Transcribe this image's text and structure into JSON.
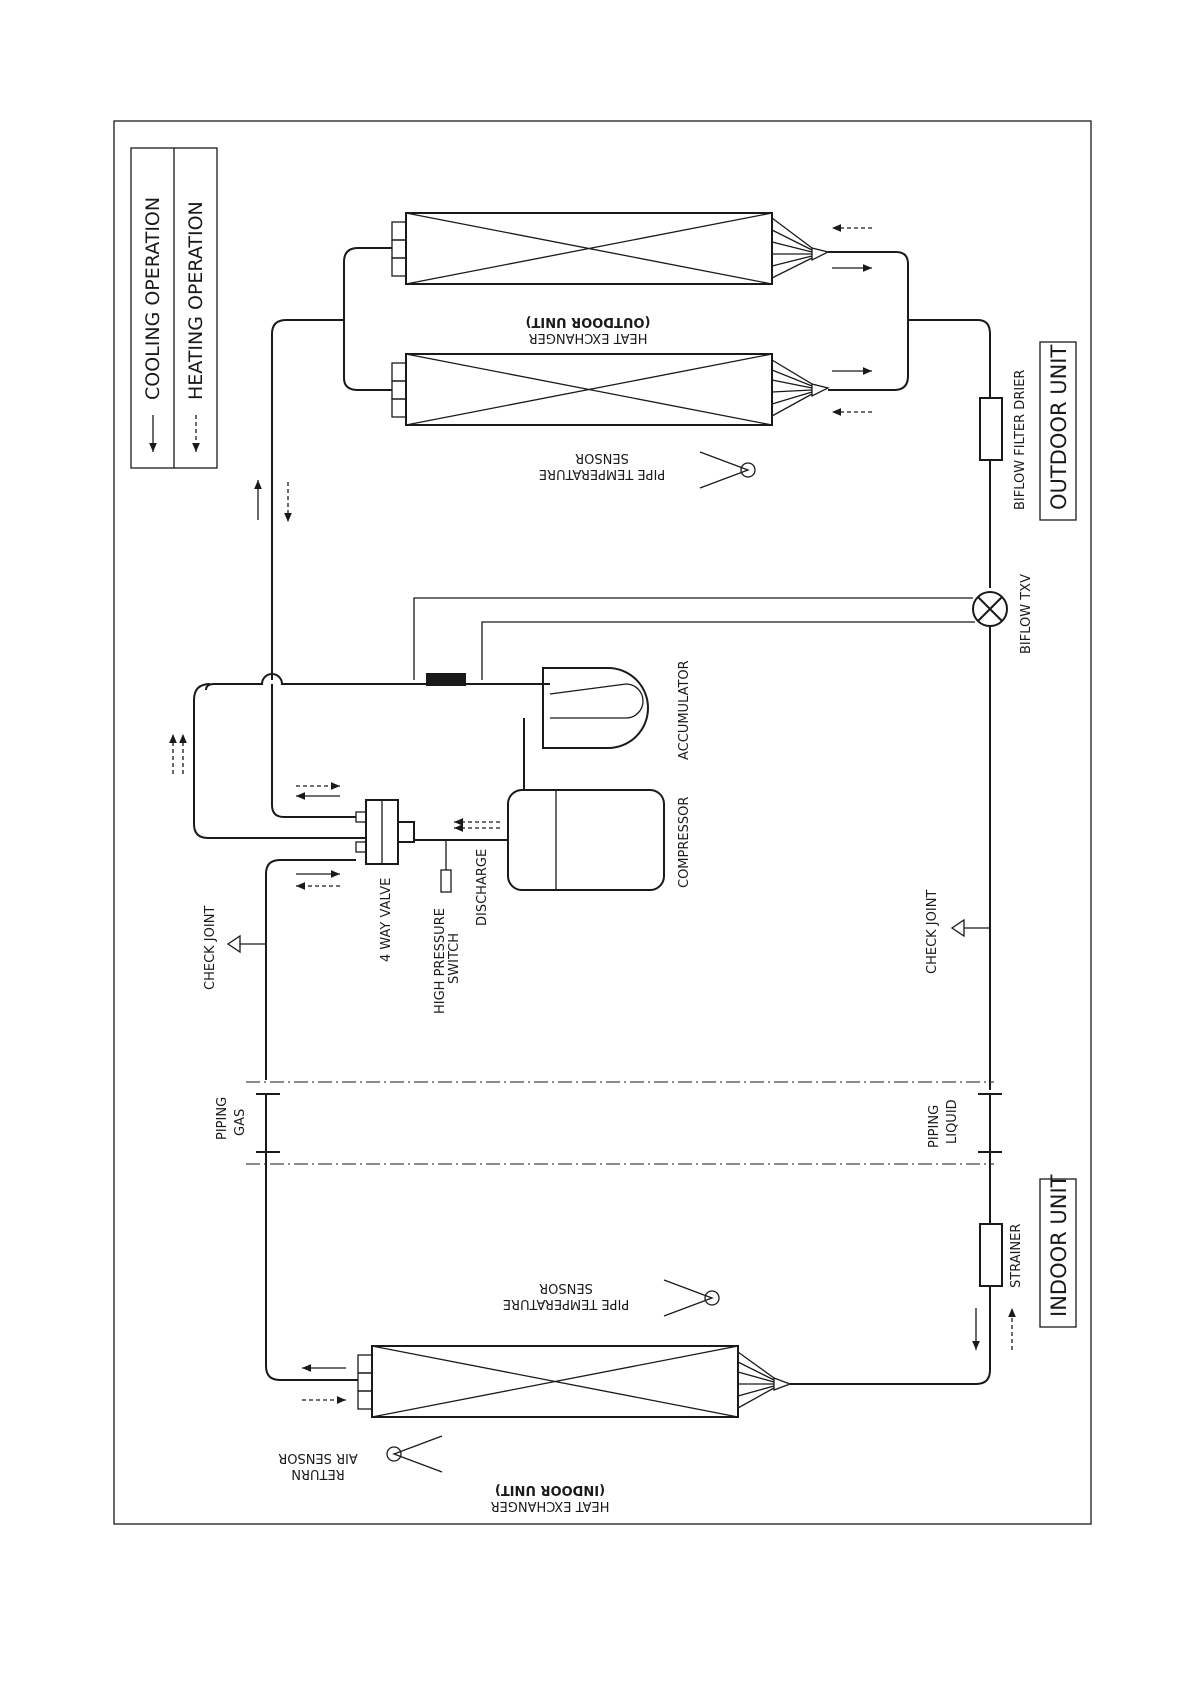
{
  "legend": {
    "cooling": "COOLING OPERATION",
    "heating": "HEATING OPERATION"
  },
  "units": {
    "outdoor": "OUTDOOR UNIT",
    "indoor": "INDOOR UNIT"
  },
  "outdoor_hx": {
    "line1": "HEAT EXCHANGER",
    "line2": "(OUTDOOR UNIT)"
  },
  "indoor_hx": {
    "line1": "HEAT EXCHANGER",
    "line2": "(INDOOR UNIT)"
  },
  "sensors": {
    "outdoor_pipe": {
      "line1": "PIPE TEMPERATURE",
      "line2": "SENSOR"
    },
    "indoor_pipe": {
      "line1": "PIPE TEMPERATURE",
      "line2": "SENSOR"
    },
    "return_air": {
      "line1": "RETURN",
      "line2": "AIR SENSOR"
    }
  },
  "components": {
    "filter_drier": "BIFLOW FILTER DRIER",
    "txv": "BIFLOW TXV",
    "accumulator": "ACCUMULATOR",
    "compressor": "COMPRESSOR",
    "discharge": "DISCHARGE",
    "hp_switch_1": "HIGH PRESSURE",
    "hp_switch_2": "SWITCH",
    "four_way_valve": "4 WAY VALVE",
    "check_joint_gas": "CHECK JOINT",
    "check_joint_liquid": "CHECK JOINT",
    "strainer": "STRAINER"
  },
  "piping": {
    "gas_1": "PIPING",
    "gas_2": "GAS",
    "liquid_1": "PIPING",
    "liquid_2": "LIQUID"
  }
}
